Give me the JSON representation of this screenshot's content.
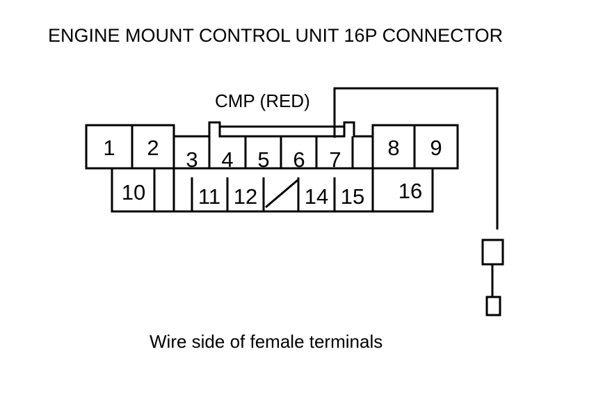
{
  "title": "ENGINE MOUNT CONTROL UNIT 16P CONNECTOR",
  "cmp_label": "CMP (RED)",
  "caption": "Wire side of female terminals",
  "pins": [
    "1",
    "2",
    "3",
    "4",
    "5",
    "6",
    "7",
    "8",
    "9",
    "10",
    "11",
    "12",
    "14",
    "15",
    "16"
  ]
}
